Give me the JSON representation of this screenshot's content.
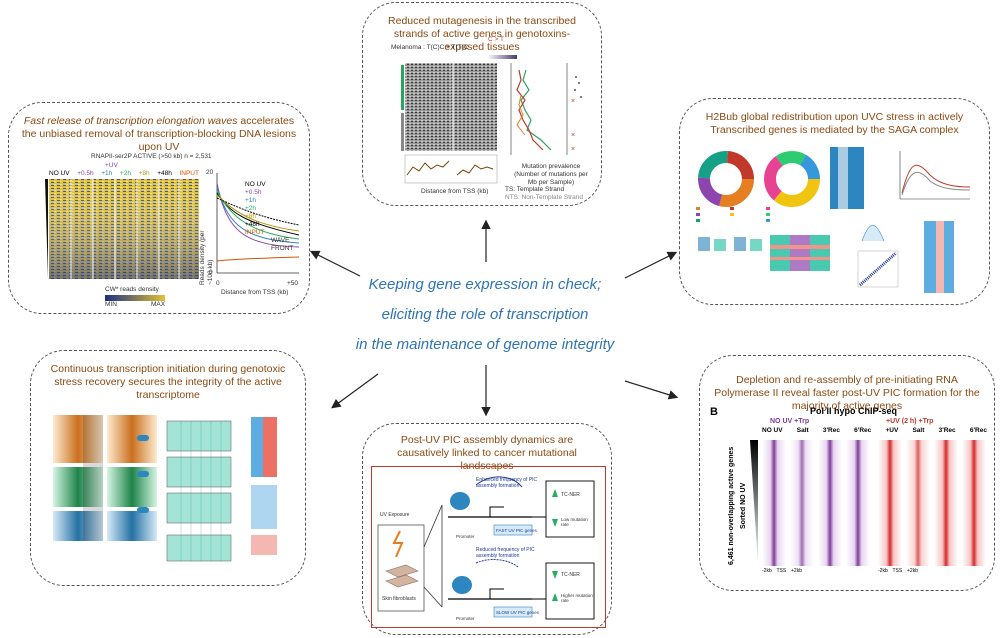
{
  "center": {
    "line1": "Keeping gene expression in check;",
    "line2": "eliciting the role of transcription",
    "line3": "in the maintenance of genome integrity"
  },
  "panels": {
    "top_center": {
      "title": "Reduced mutagenesis in the transcribed strands of active genes in genotoxins-exposed tissues",
      "label_melanoma": "Melanoma : T(C)C > T(T)C",
      "label_ct": "C > T",
      "label_ts": "TS: Template Strand",
      "label_nts": "NTS: Non-Template Strand",
      "label_distance": "Distance from TSS (kb)",
      "label_mutation": "Mutation prevalence",
      "label_mutation_sub": "(Number of mutations per Mb per Sample)"
    },
    "top_left": {
      "title_italic": "Fast release of transcription elongation waves",
      "title_rest": "accelerates the unbiased removal of transcription-blocking DNA lesions upon UV",
      "heatmap_header": "RNAPII-ser2P ACTIVE (>50 kb) n = 2,531",
      "columns": [
        "NO UV",
        "+0.5h",
        "+1h",
        "+2h",
        "+8h",
        "+48h",
        "INPUT"
      ],
      "plus_uv": "+UV",
      "legend": [
        "NO UV",
        "+0.5h",
        "+1h",
        "+2h",
        "+8h",
        "+48h",
        "INPUT"
      ],
      "y_axis": "Reads density (per ~100 kb)",
      "x_axis": "Distance from TSS (kb)",
      "scale_label": "CW* reads density",
      "scale_min": "MIN",
      "scale_max": "MAX",
      "wave_label": "WAVE FRONT",
      "x_tick_0": "0",
      "x_tick_end": "+50",
      "y_tick_top": "20",
      "y_tick_0": "0"
    },
    "top_right": {
      "title": "H2Bub global redistribution upon UVC stress in actively Transcribed genes is mediated by the SAGA complex"
    },
    "bottom_left": {
      "title": "Continuous transcription initiation during genotoxic stress recovery secures the integrity of the active transcriptome"
    },
    "bottom_center": {
      "title": "Post-UV PIC assembly dynamics are causatively linked to cancer mutational landscapes",
      "uv_label": "UV Exposure",
      "cells_label": "Skin fibroblasts",
      "enhanced": "Enhanced frequency of PIC assembly formation",
      "reduced": "Reduced frequency of PIC assembly formation",
      "fast_box": "FAST UV PIC genes",
      "slow_box": "SLOW UV PIC genes",
      "promoter": "Promoter",
      "tc_ner": "TC-NER",
      "low_rate": "Low mutation rate",
      "high_rate": "Higher mutation rate"
    },
    "bottom_right": {
      "title": "Depletion and re-assembly of pre-initiating RNA Polymerase II reveal faster post-UV PIC formation for the majority of active genes",
      "panel_letter": "B",
      "header": "Pol II hypo ChIP-seq",
      "group_no_uv": "NO UV +Trp",
      "group_uv": "+UV (2 h) +Trp",
      "columns": [
        "NO UV",
        "Salt",
        "3'Rec",
        "6'Rec",
        "+UV",
        "Salt",
        "3'Rec",
        "6'Rec"
      ],
      "row_label_1": "6,461 non-overlapping active genes",
      "row_label_2": "Sorted NO UV",
      "bottom_ticks": [
        "-2kb",
        "TSS",
        "+2kb"
      ]
    }
  }
}
